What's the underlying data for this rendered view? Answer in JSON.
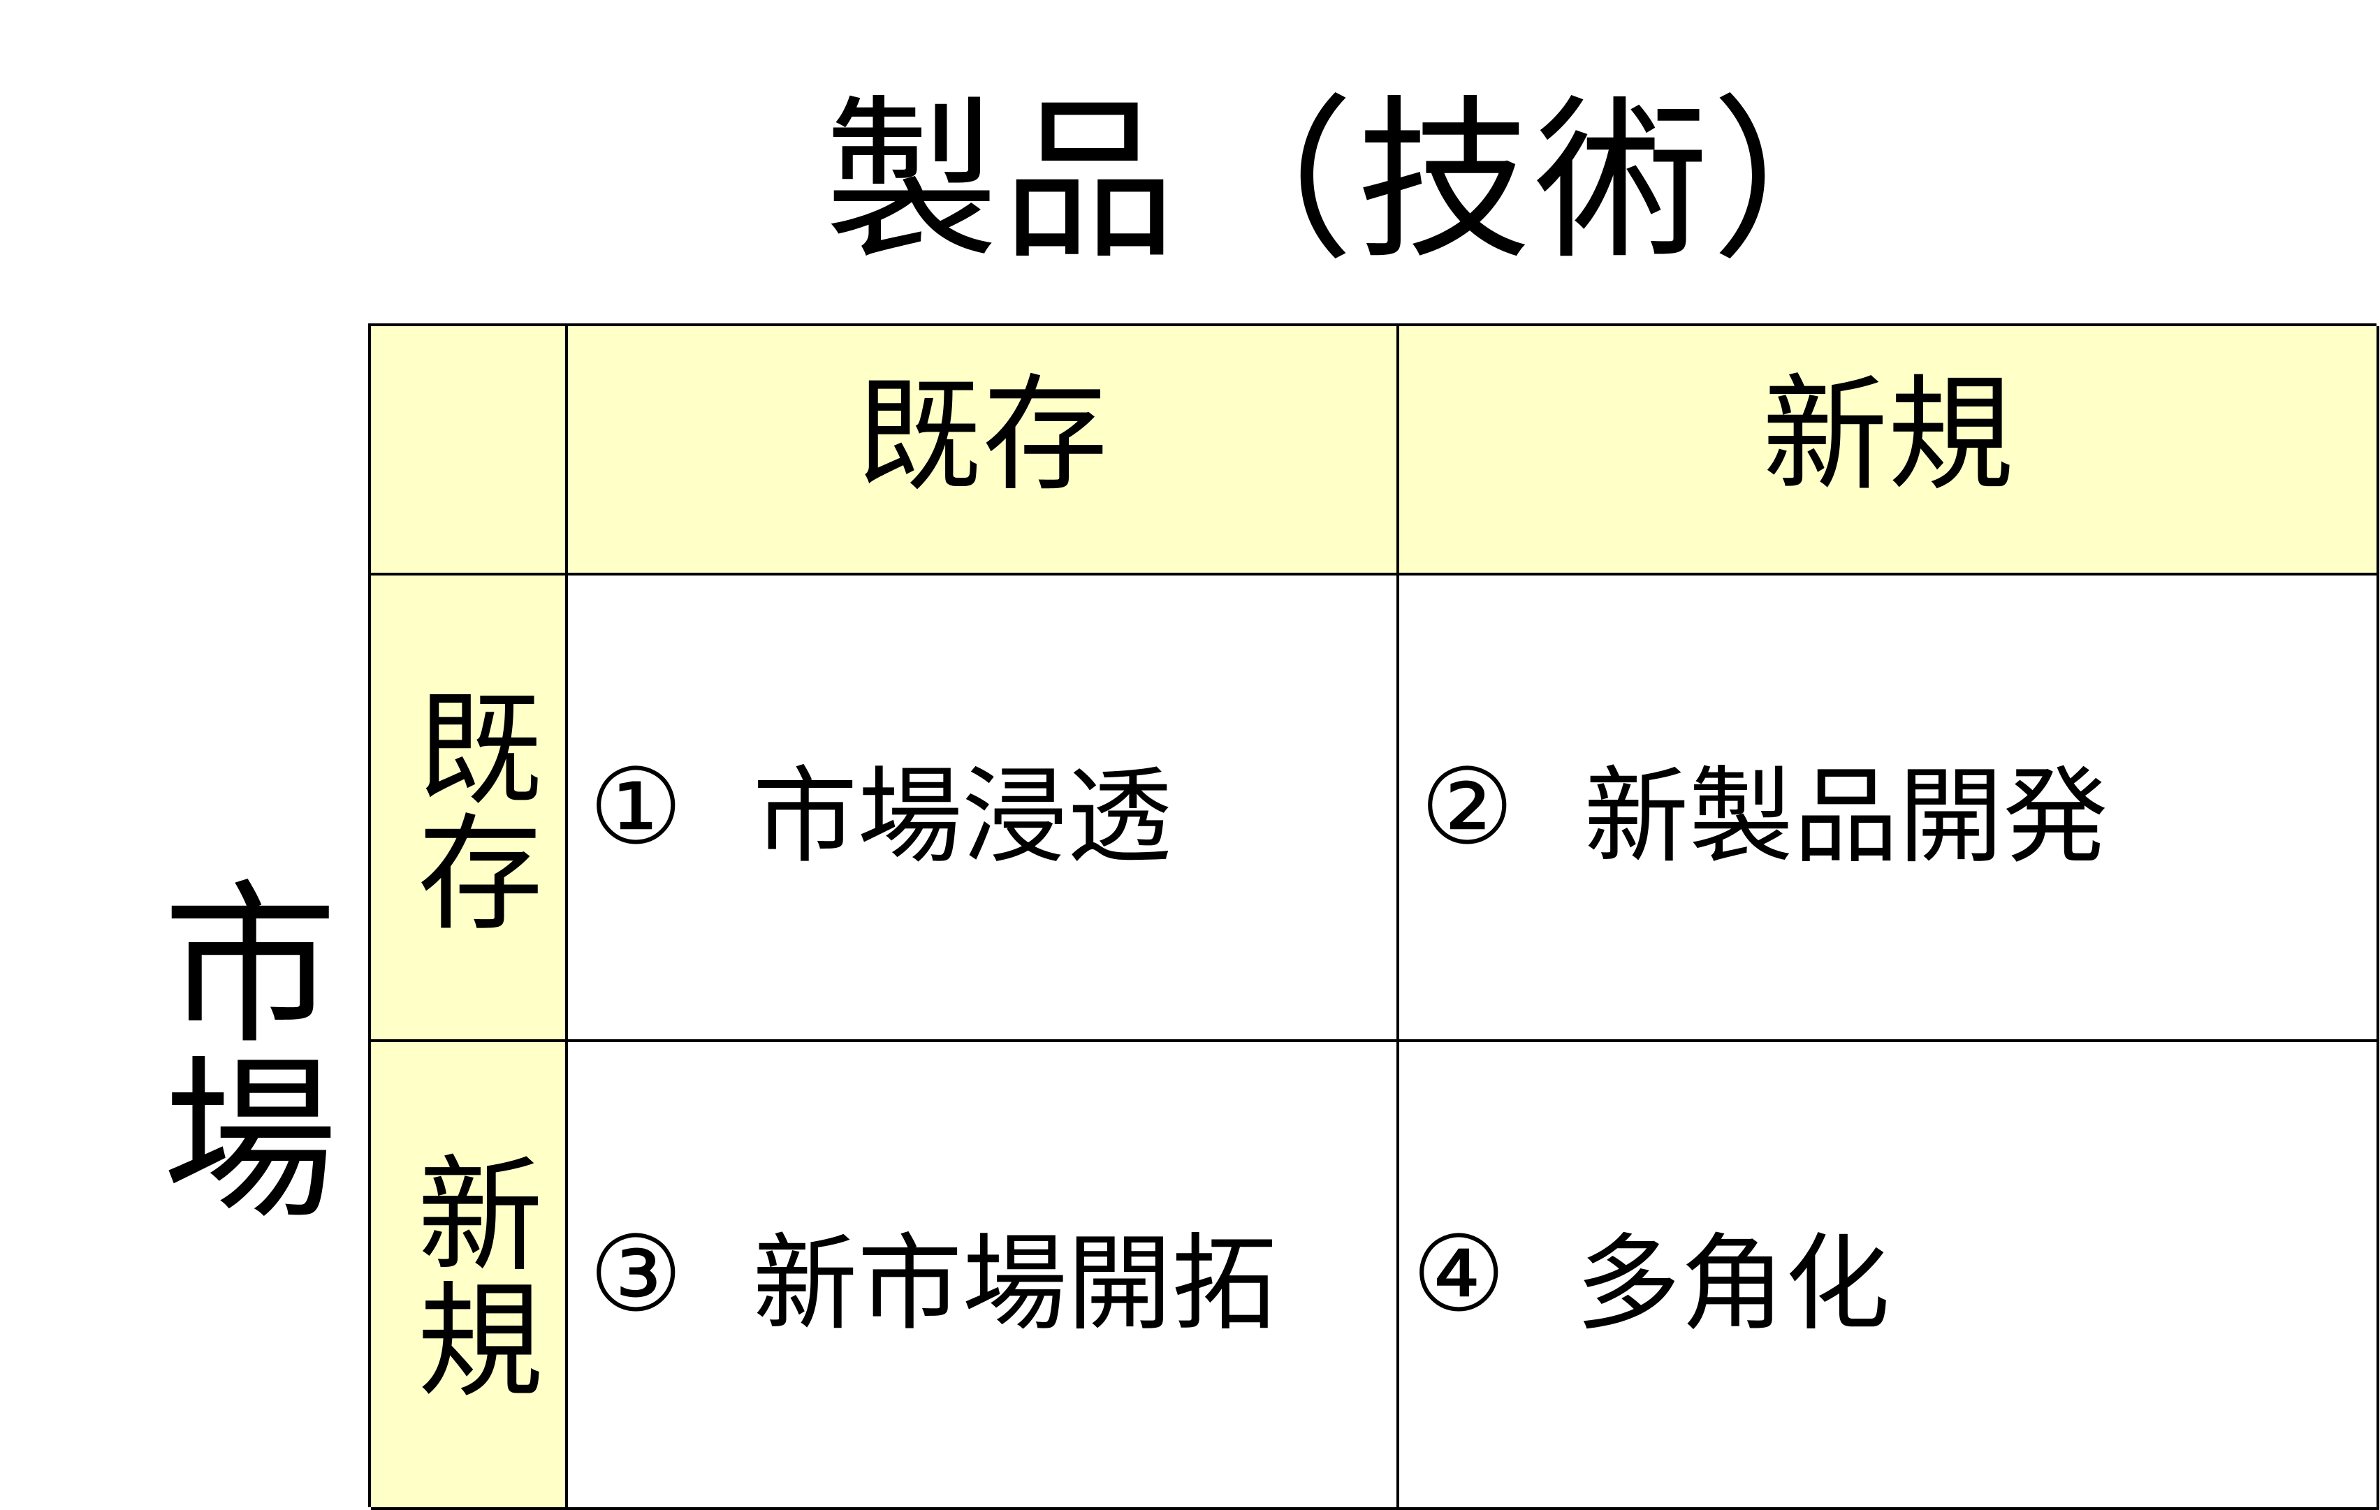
{
  "title": "製品（技術）",
  "side_label": "市場",
  "columns": [
    "既存",
    "新規"
  ],
  "rows": [
    "既存",
    "新規"
  ],
  "quadrants": [
    {
      "num": "①",
      "label": "市場浸透"
    },
    {
      "num": "②",
      "label": "新製品開発"
    },
    {
      "num": "③",
      "label": "新市場開拓"
    },
    {
      "num": "④",
      "label": "多角化"
    }
  ],
  "colors": {
    "header_fill": "#ffffc8",
    "border": "#000000",
    "background": "#ffffff"
  }
}
